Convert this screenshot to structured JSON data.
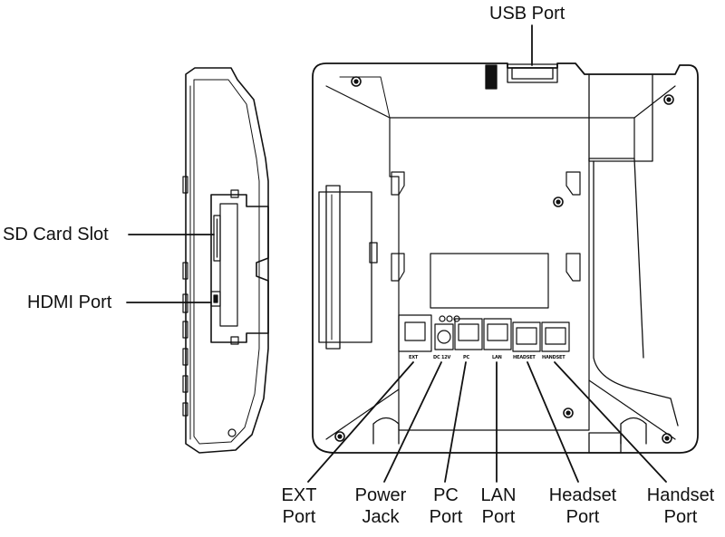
{
  "labels": {
    "usb": "USB Port",
    "sd": "SD Card Slot",
    "hdmi": "HDMI Port",
    "ext_1": "EXT",
    "ext_2": "Port",
    "power_1": "Power",
    "power_2": "Jack",
    "pc_1": "PC",
    "pc_2": "Port",
    "lan_1": "LAN",
    "lan_2": "Port",
    "headset_1": "Headset",
    "headset_2": "Port",
    "handset_1": "Handset",
    "handset_2": "Port"
  },
  "port_markings": {
    "ext": "EXT",
    "dc": "DC 12V",
    "pc": "PC",
    "lan": "LAN",
    "headset": "HEADSET",
    "handset": "HANDSET"
  },
  "colors": {
    "line": "#111111",
    "background": "#ffffff"
  }
}
